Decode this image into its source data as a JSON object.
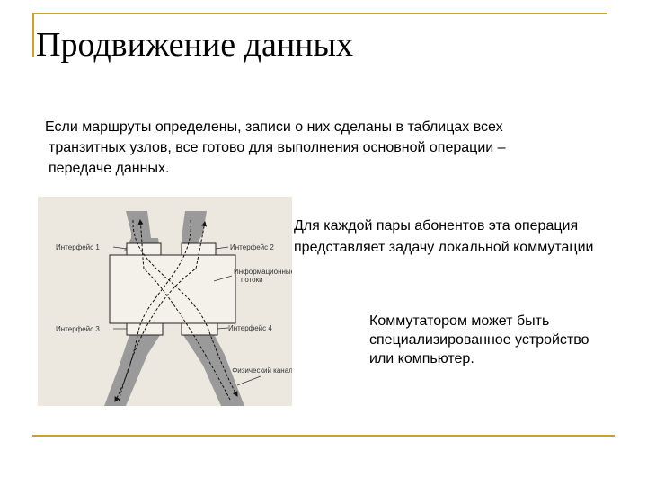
{
  "slide": {
    "title": "Продвижение данных",
    "paragraph_lines": [
      "Если маршруты определены, записи о них сделаны в таблицах всех",
      "транзитных узлов, все готово для выполнения основной операции –",
      "передаче данных."
    ],
    "note1_lines": [
      "Для каждой пары абонентов эта операция",
      "представляет задачу локальной коммутации"
    ],
    "note2_lines": [
      "Коммутатором может быть",
      "специализированное устройство",
      "или компьютер."
    ]
  },
  "figure": {
    "labels": {
      "iface1": "Интерфейс 1",
      "iface2": "Интерфейс 2",
      "iface3": "Интерфейс 3",
      "iface4": "Интерфейс 4",
      "flows_line1": "Информационные",
      "flows_line2": "потоки",
      "channel": "Физический канал"
    }
  },
  "colors": {
    "accent_rule": "#c9a227",
    "figure_background": "#ece8df",
    "channel_fill": "#9a9a9a"
  }
}
